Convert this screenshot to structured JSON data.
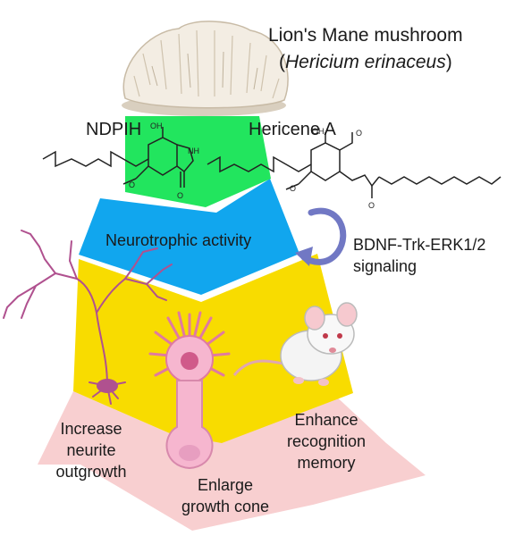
{
  "title": {
    "line1": "Lion's Mane mushroom",
    "line2_open": "(",
    "line2_species": "Hericium erinaceus",
    "line2_close": ")"
  },
  "compounds": {
    "left": "NDPIH",
    "right": "Hericene A"
  },
  "stage_label": "Neurotrophic activity",
  "pathway": {
    "line1": "BDNF-Trk-ERK1/2",
    "line2": "signaling"
  },
  "effects": [
    {
      "lines": [
        "Increase",
        "neurite",
        "outgrowth"
      ]
    },
    {
      "lines": [
        "Enlarge",
        "growth cone"
      ]
    },
    {
      "lines": [
        "Enhance",
        "recognition",
        "memory"
      ]
    }
  ],
  "atoms": {
    "oh": "OH",
    "nh": "NH",
    "o": "O"
  },
  "icons": [
    "mushroom-icon",
    "neuron-icon",
    "growth-cone-icon",
    "mouse-icon",
    "cycle-arrow-icon"
  ],
  "colors": {
    "green": "#22e55e",
    "blue": "#11a6ee",
    "yellow": "#f8dc00",
    "pink": "#f8cfd0",
    "arrow": "#7178c4",
    "neuron": "#b0518f"
  }
}
